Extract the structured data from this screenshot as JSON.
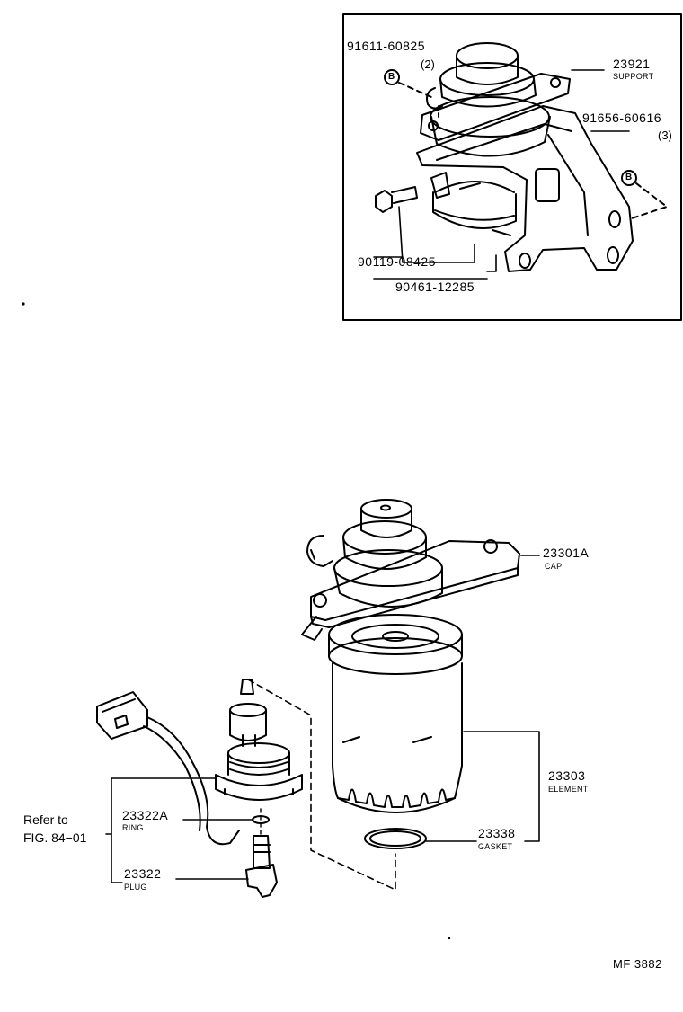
{
  "inset": {
    "parts": [
      {
        "number": "91611-60825",
        "qty": "(2)"
      },
      {
        "number": "23921",
        "name": "SUPPORT"
      },
      {
        "number": "91656-60616",
        "qty": "(3)"
      },
      {
        "number": "90119-08425"
      },
      {
        "number": "90461-12285"
      }
    ],
    "marker": "B"
  },
  "main": {
    "parts": [
      {
        "number": "23301A",
        "name": "CAP"
      },
      {
        "number": "23303",
        "name": "ELEMENT"
      },
      {
        "number": "23338",
        "name": "GASKET"
      },
      {
        "number": "23322A",
        "name": "RING"
      },
      {
        "number": "23322",
        "name": "PLUG"
      }
    ],
    "reference": {
      "line1": "Refer to",
      "line2": "FIG. 84−01"
    }
  },
  "figure_code": "MF 3882"
}
